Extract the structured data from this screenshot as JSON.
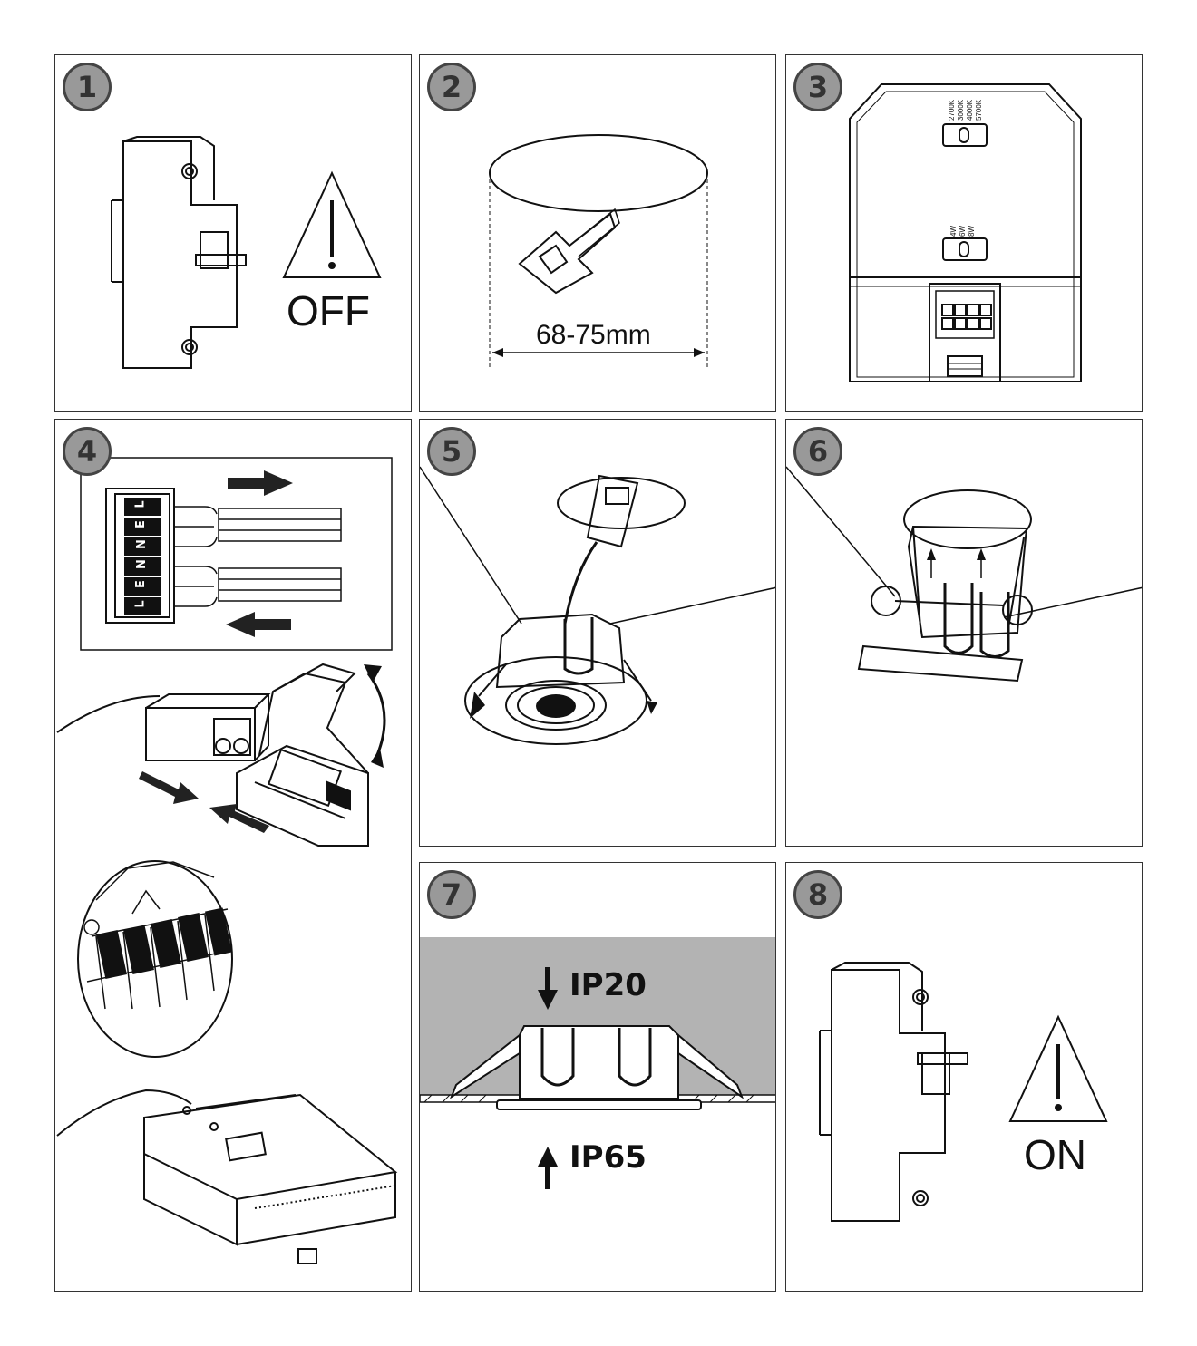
{
  "panels": [
    {
      "number": "1",
      "label": "OFF"
    },
    {
      "number": "2",
      "label": "68-75mm"
    },
    {
      "number": "3",
      "cct_options": [
        "2700K",
        "3000K",
        "4000K",
        "5700K"
      ],
      "watt_options": [
        "4W",
        "6W",
        "8W"
      ]
    },
    {
      "number": "4",
      "terminal_labels": [
        "L",
        "E",
        "N",
        "N",
        "E",
        "L"
      ]
    },
    {
      "number": "5"
    },
    {
      "number": "6"
    },
    {
      "number": "7",
      "upper_label": "IP20",
      "lower_label": "IP65"
    },
    {
      "number": "8",
      "label": "ON"
    }
  ],
  "colors": {
    "badge_fill": "#999999",
    "line": "#111111",
    "ceiling_shade": "#b3b3b3"
  }
}
